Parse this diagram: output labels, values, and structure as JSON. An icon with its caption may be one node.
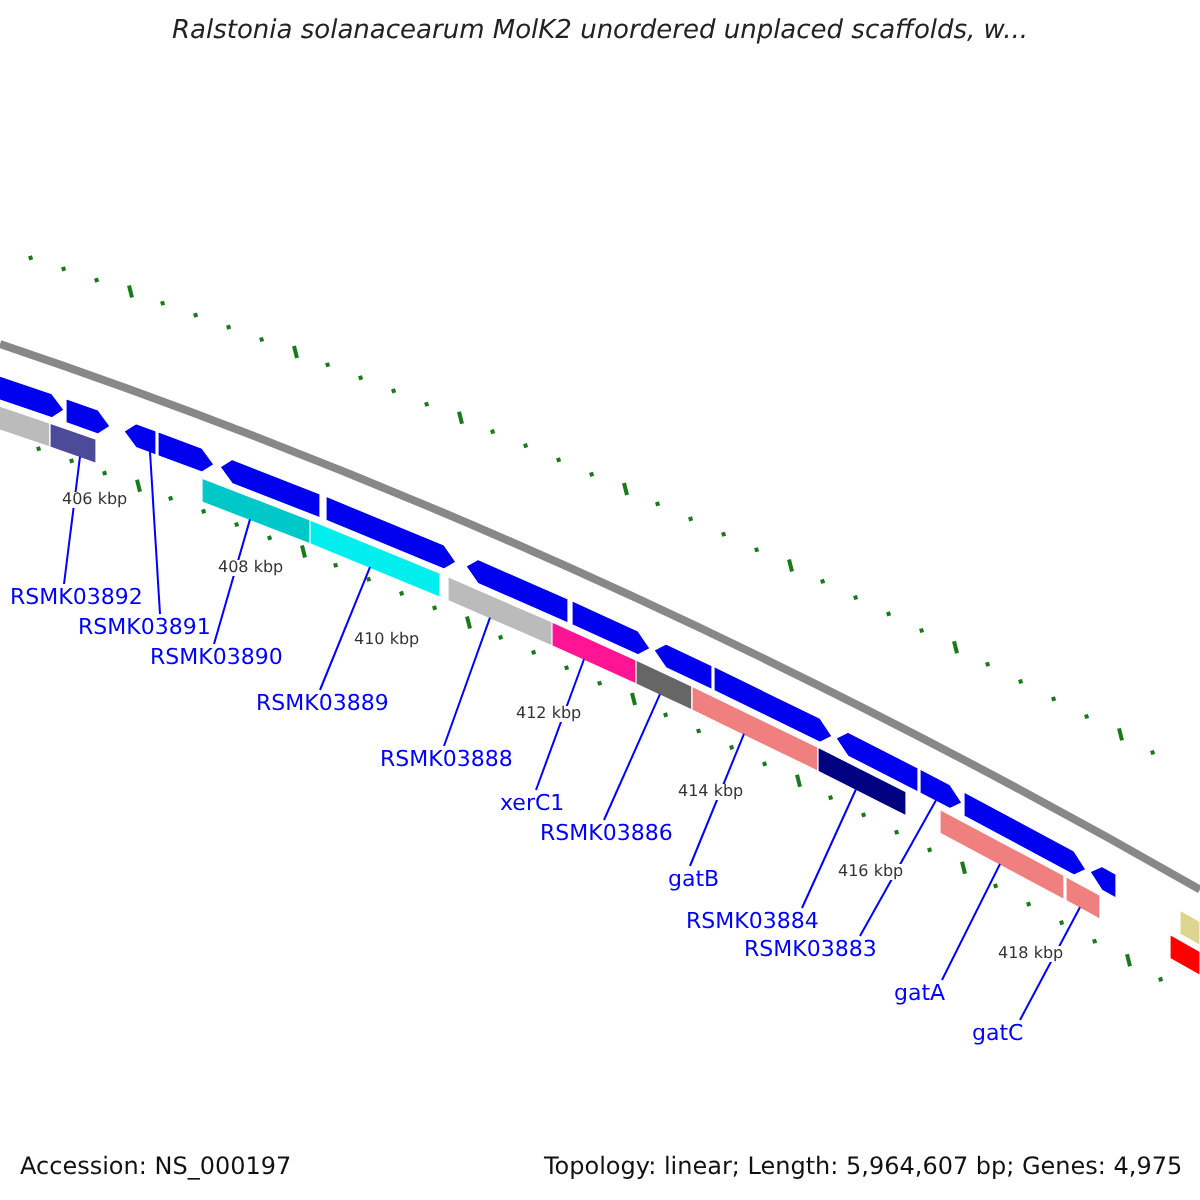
{
  "diagram": {
    "title": "Ralstonia solanacearum MolK2 unordered unplaced scaffolds, w...",
    "nodes": [
      {
        "text": [
          "RSMK03892"
        ]
      },
      {
        "text": [
          "RSMK03891"
        ]
      },
      {
        "text": [
          "RSMK03890"
        ]
      },
      {
        "text": [
          "RSMK03889"
        ]
      },
      {
        "text": [
          "RSMK03888"
        ]
      },
      {
        "text": [
          "xerC1"
        ]
      },
      {
        "text": [
          "RSMK03886"
        ]
      },
      {
        "text": [
          "gatB"
        ]
      },
      {
        "text": [
          "RSMK03884"
        ]
      },
      {
        "text": [
          "RSMK03883"
        ]
      },
      {
        "text": [
          "gatA"
        ]
      },
      {
        "text": [
          "gatC"
        ]
      },
      {
        "text": [],
        "shape": "bar"
      },
      {
        "text": [],
        "shape": "bar"
      },
      {
        "text": [],
        "shape": "bar"
      },
      {
        "text": [],
        "shape": "bar"
      },
      {
        "text": [],
        "shape": "bar"
      },
      {
        "text": [],
        "shape": "bar"
      },
      {
        "text": [],
        "shape": "bar"
      },
      {
        "text": [],
        "shape": "bar"
      },
      {
        "text": [],
        "shape": "bar"
      },
      {
        "text": [],
        "shape": "bar"
      },
      {
        "text": [],
        "shape": "bar"
      },
      {
        "text": [],
        "shape": "bar"
      },
      {
        "text": [],
        "shape": "bar"
      },
      {
        "text": [],
        "shape": "bar"
      },
      {
        "text": [],
        "shape": "bar"
      },
      {
        "text": [],
        "shape": "bar"
      },
      {
        "text": [],
        "shape": "bar"
      },
      {
        "text": [],
        "shape": "bar"
      },
      {
        "text": [],
        "shape": "bar"
      },
      {
        "text": [],
        "shape": "bar"
      },
      {
        "text": [],
        "shape": "bar"
      },
      {
        "text": [],
        "shape": "bar"
      },
      {
        "text": [],
        "shape": "bar"
      },
      {
        "text": [],
        "shape": "bar"
      },
      {
        "text": [],
        "shape": "bar"
      },
      {
        "text": [],
        "shape": "bar"
      },
      {
        "text": [],
        "shape": "bar"
      }
    ],
    "edges": [
      {
        "from": 0,
        "to": 12,
        "arrow": "none"
      },
      {
        "from": 1,
        "to": 13,
        "arrow": "none"
      },
      {
        "from": 2,
        "to": 14,
        "arrow": "none"
      },
      {
        "from": 3,
        "to": 15,
        "arrow": "none"
      },
      {
        "from": 4,
        "to": 16,
        "arrow": "none"
      },
      {
        "from": 5,
        "to": 17,
        "arrow": "none"
      },
      {
        "from": 6,
        "to": 18,
        "arrow": "none"
      },
      {
        "from": 7,
        "to": 19,
        "arrow": "none"
      },
      {
        "from": 8,
        "to": 20,
        "arrow": "none"
      },
      {
        "from": 9,
        "to": 21,
        "arrow": "none"
      },
      {
        "from": 10,
        "to": 22,
        "arrow": "none"
      },
      {
        "from": 11,
        "to": 23,
        "arrow": "none"
      }
    ],
    "labels": [
      "406 kbp",
      "408 kbp",
      "410 kbp",
      "412 kbp",
      "414 kbp",
      "416 kbp",
      "418 kbp",
      "Accession: NS_000197",
      "Topology: linear; Length: 5,964,607 bp; Genes: 4,975"
    ]
  }
}
